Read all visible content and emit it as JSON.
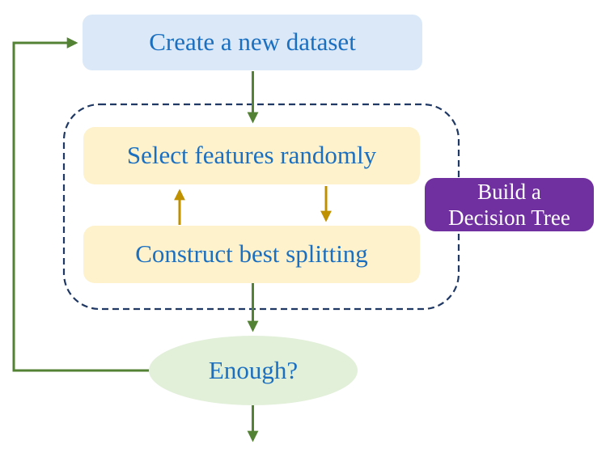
{
  "diagram": {
    "type": "flowchart",
    "nodes": {
      "create_dataset": {
        "label": "Create a new dataset",
        "shape": "rounded-rect",
        "fill": "#dbe8f7"
      },
      "select_features": {
        "label": "Select features randomly",
        "shape": "rounded-rect",
        "fill": "#fdf2cc"
      },
      "construct_splitting": {
        "label": "Construct best splitting",
        "shape": "rounded-rect",
        "fill": "#fdf2cc"
      },
      "build_decision_tree": {
        "label_line1": "Build a",
        "label_line2": "Decision Tree",
        "shape": "rounded-rect",
        "fill": "#7030a0"
      },
      "enough": {
        "label": "Enough?",
        "shape": "ellipse",
        "fill": "#e2efd9"
      }
    },
    "groups": [
      {
        "name": "decision-tree-loop",
        "style": "dashed-rounded-rect",
        "contains": [
          "select_features",
          "construct_splitting"
        ],
        "tag_node": "build_decision_tree"
      }
    ],
    "edges": [
      {
        "from": "create_dataset",
        "to": "select_features",
        "color": "green",
        "style": "arrow-down"
      },
      {
        "from": "select_features",
        "to": "construct_splitting",
        "color": "gold",
        "style": "arrow-down"
      },
      {
        "from": "construct_splitting",
        "to": "select_features",
        "color": "gold",
        "style": "arrow-up"
      },
      {
        "from": "construct_splitting",
        "to": "enough",
        "color": "green",
        "style": "arrow-down"
      },
      {
        "from": "enough",
        "to": "create_dataset",
        "color": "green",
        "style": "loop-back-left-up"
      },
      {
        "from": "enough",
        "to": "exit-bottom",
        "color": "green",
        "style": "arrow-down"
      }
    ],
    "colors": {
      "node_blue_fill": "#dbe8f7",
      "node_yellow_fill": "#fdf2cc",
      "node_green_fill": "#e2efd9",
      "node_purple_fill": "#7030a0",
      "group_border": "#1f3864",
      "arrow_green": "#548235",
      "arrow_gold": "#bf9000",
      "label_blue": "#1b6fc1",
      "label_white": "#ffffff"
    }
  }
}
